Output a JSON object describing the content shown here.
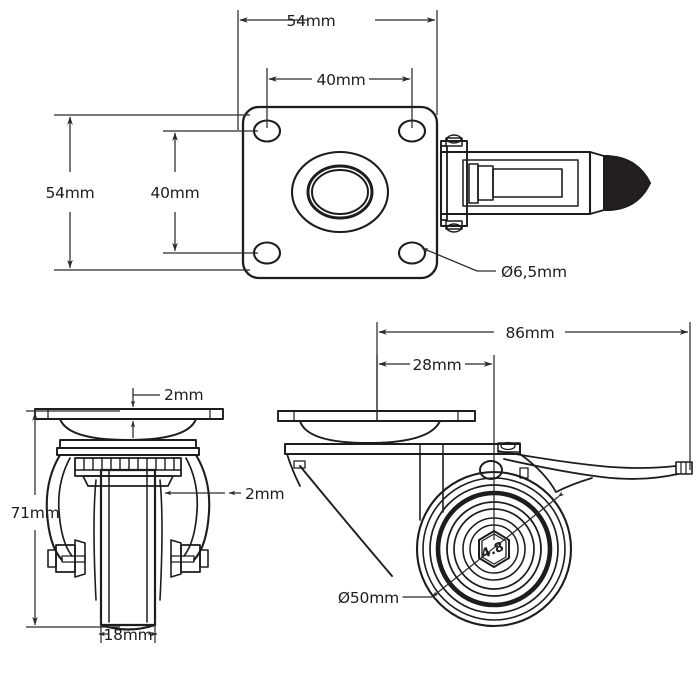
{
  "drawing": {
    "title": "Swivel caster with brake - dimensioned technical drawing",
    "background_color": "#ffffff",
    "line_color": "#1d1d1d",
    "dim_line_color": "#2a2a2a",
    "units": "mm"
  },
  "views": {
    "top_view": {
      "name": "top-plate-view",
      "description": "Top plate plan view with four mounting holes, central swivel bearing and brake lever seen from above"
    },
    "front_view": {
      "name": "front-elevation-view",
      "description": "Front elevation of caster showing fork, wheel and axle"
    },
    "side_view": {
      "name": "side-elevation-view",
      "description": "Side elevation of caster showing wheel, swivel head and brake lever"
    }
  },
  "dimensions": {
    "plate_width": "54mm",
    "plate_depth": "54mm",
    "hole_spacing_horizontal": "40mm",
    "hole_spacing_vertical": "40mm",
    "hole_diameter": "Ø6,5mm",
    "total_height": "71mm",
    "plate_thickness": "2mm",
    "fork_clearance": "2mm",
    "wheel_width": "18mm",
    "overall_length": "86mm",
    "swivel_offset": "28mm",
    "wheel_diameter": "Ø50mm"
  },
  "markings": {
    "axle_nut_grade": "4.8"
  }
}
